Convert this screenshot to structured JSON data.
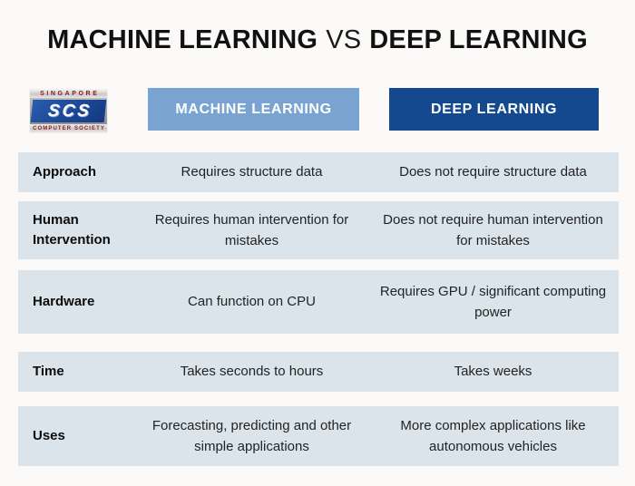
{
  "title": {
    "part1": "MACHINE LEARNING",
    "vs": "VS",
    "part2": "DEEP LEARNING"
  },
  "logo": {
    "top_text": "SINGAPORE",
    "acronym": "SCS",
    "bottom_text": "COMPUTER SOCIETY"
  },
  "columns": [
    {
      "label": "MACHINE LEARNING",
      "color": "#79A4D2"
    },
    {
      "label": "DEEP LEARNING",
      "color": "#14498F"
    }
  ],
  "rows": [
    {
      "label": "Approach",
      "ml": "Requires structure data",
      "dl": "Does not require structure data"
    },
    {
      "label": "Human Intervention",
      "ml": "Requires human intervention for mistakes",
      "dl": "Does not require human intervention for mistakes"
    },
    {
      "label": "Hardware",
      "ml": "Can function on CPU",
      "dl": "Requires GPU / significant computing power"
    },
    {
      "label": "Time",
      "ml": "Takes seconds to hours",
      "dl": "Takes weeks"
    },
    {
      "label": "Uses",
      "ml": "Forecasting, predicting and other simple applications",
      "dl": "More complex applications like autonomous vehicles"
    }
  ],
  "colors": {
    "page_background": "#FBFAF8",
    "row_background": "#DBE4EB",
    "ml_header": "#79A4D2",
    "dl_header": "#14498F",
    "logo_red": "#8B1A1A",
    "logo_blue": "#1B4796",
    "text": "#1c1c1c"
  }
}
